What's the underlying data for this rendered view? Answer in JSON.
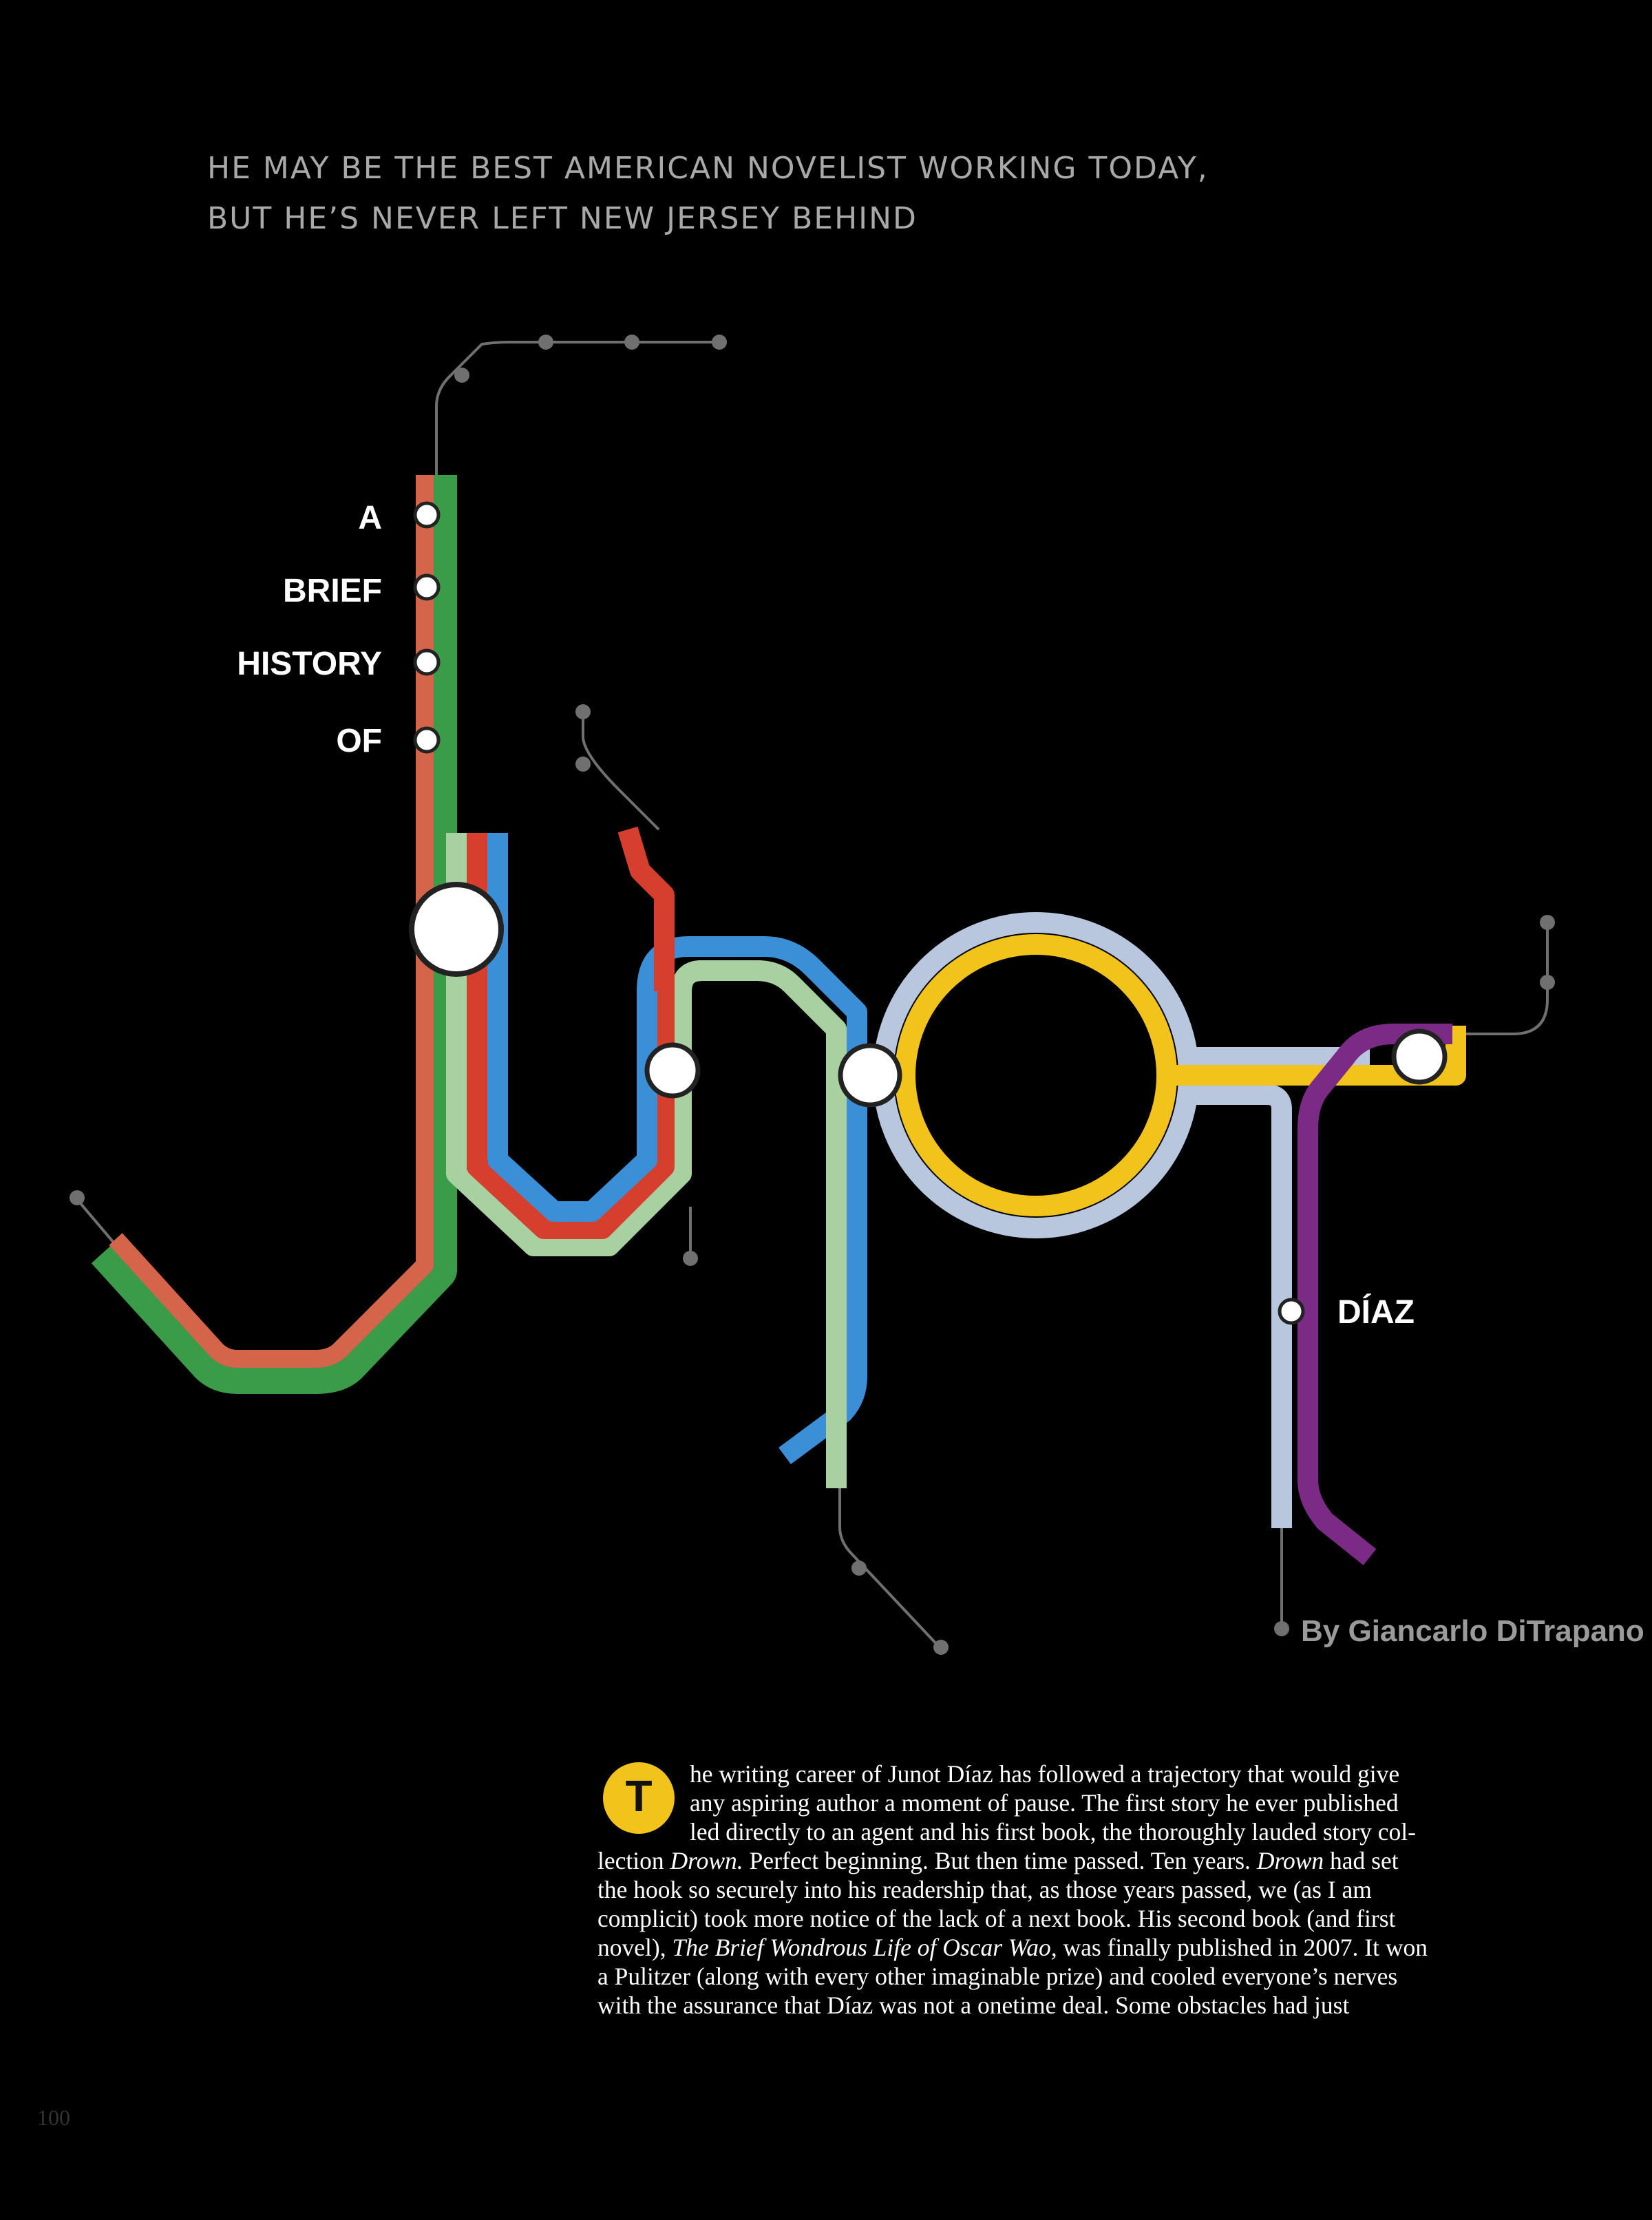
{
  "dek": {
    "line1": "HE MAY BE THE BEST AMERICAN NOVELIST WORKING TODAY,",
    "line2": "BUT HE’S NEVER LEFT NEW JERSEY BEHIND"
  },
  "stations": {
    "a": "A",
    "brief": "BRIEF",
    "history": "HISTORY",
    "of": "OF",
    "diaz": "DÍAZ"
  },
  "byline": "By Giancarlo DiTrapano",
  "colors": {
    "background": "#000000",
    "red": "#d63f2e",
    "salmon": "#d4644a",
    "green": "#3a9b48",
    "light_green": "#a8d0a0",
    "blue": "#3a8fd6",
    "lavender": "#b8c6de",
    "yellow": "#f2c31a",
    "purple": "#7b2a86",
    "spur_grey": "#707070"
  },
  "article": {
    "drop_cap": "T",
    "lines": [
      [
        "he writing career of Junot Díaz has followed a trajectory that would give"
      ],
      [
        "any aspiring author a moment of pause. The first story he ever published"
      ],
      [
        "led directly to an agent and his first book, the thoroughly lauded story col-"
      ],
      [
        "lection ",
        {
          "i": "Drown."
        },
        " Perfect beginning. But then time passed. Ten years. ",
        {
          "i": "Drown"
        },
        " had set"
      ],
      [
        "the hook so securely into his readership that, as those years passed, we (as I am"
      ],
      [
        "complicit) took more notice of the lack of a next book. His second book (and first"
      ],
      [
        "novel), ",
        {
          "i": "The Brief Wondrous Life of Oscar Wao,"
        },
        " was finally published in 2007. It won"
      ],
      [
        "a Pulitzer (along with every other imaginable prize) and cooled everyone’s nerves"
      ],
      [
        "with the assurance that Díaz was not a onetime deal. Some obstacles had just"
      ]
    ]
  },
  "folio": "100"
}
